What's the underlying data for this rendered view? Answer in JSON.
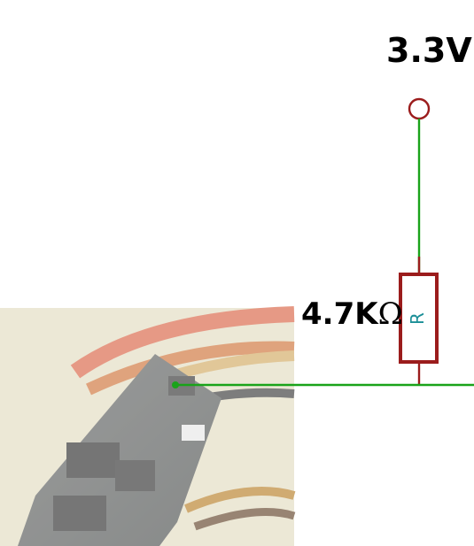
{
  "supply": {
    "voltage_label": "3.3V"
  },
  "resistor": {
    "value_label": "4.7K",
    "unit_symbol": "Ω",
    "designator": "R"
  },
  "colors": {
    "wire": "#1aa31a",
    "component": "#9b1c1c",
    "designator": "#1b8f97",
    "photo_tint": "#e9e4d2"
  }
}
